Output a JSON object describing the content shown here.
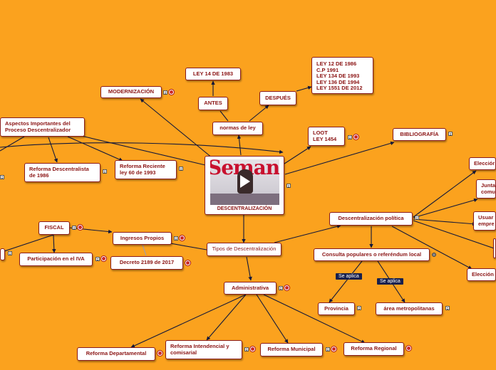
{
  "central": {
    "label": "DESCENTRALIZACIÓN",
    "thumbnail_text": "Semana"
  },
  "nodes": {
    "modernizacion": "MODERNIZACIÓN",
    "ley14": "LEY 14 DE 1983",
    "antes": "ANTES",
    "despues": "DESPUÉS",
    "leyes_despues": "LEY 12 DE 1986\nC.P 1991\nLEY 134 DE 1993\nLEY 136 DE 1994\nLEY 1551 DE 2012",
    "normas": "normas de ley",
    "loot": "LOOT\nLEY 1454",
    "bibliografia": "BIBLIOGRAFÍA",
    "aspectos": "Aspectos Importantes del\nProceso Descentralizador",
    "reforma1986": "Reforma Descentralista\nde 1986",
    "reforma1993": "Reforma Reciente\nley 60 de 1993",
    "fiscal": "FISCAL",
    "ingresos": "Ingresos Propios",
    "iva": "Participación en el IVA",
    "decreto": "Decreto 2189 de 2017",
    "tipos": "Tipos de Descentralización",
    "politica": "Descentralización política",
    "consulta": "Consulta populares o referéndum local",
    "administrativa": "Administrativa",
    "provincia": "Provincia",
    "metro": "área metropolitanas",
    "departamental": "Reforma Departamental",
    "intendencial": "Reforma Intendencial y\ncomisarial",
    "municipal": "Reforma Municipal",
    "regional": "Reforma Regional",
    "eleccion1": "Elecciór",
    "juntas": "Junta\ncomu",
    "usuarios": "Usuar\nempre",
    "eleccion2": "Elección"
  },
  "tags": {
    "aplica1": "Se aplica",
    "aplica2": "Se aplica"
  }
}
